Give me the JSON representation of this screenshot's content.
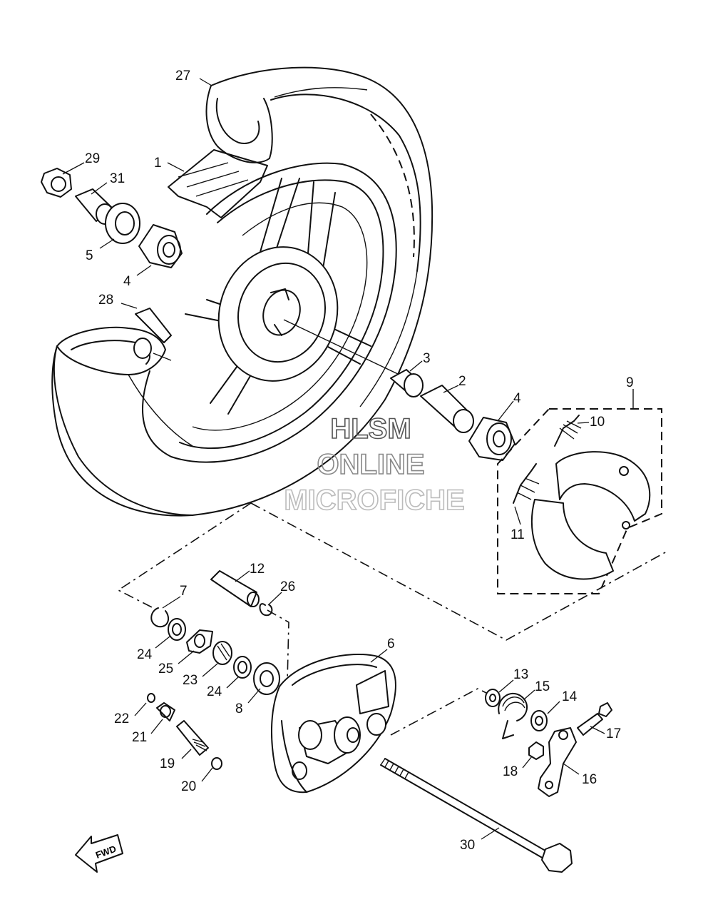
{
  "watermark": {
    "line1": "HLSM",
    "line2": "ONLINE",
    "line3": "MICROFICHE",
    "color1": "#555555",
    "color2": "#888888",
    "color3": "#bbbbbb"
  },
  "fwd_label": "FWD",
  "parts": [
    {
      "key": "p27",
      "num": "27"
    },
    {
      "key": "p1",
      "num": "1"
    },
    {
      "key": "p29",
      "num": "29"
    },
    {
      "key": "p31",
      "num": "31"
    },
    {
      "key": "p5",
      "num": "5"
    },
    {
      "key": "p4a",
      "num": "4"
    },
    {
      "key": "p28",
      "num": "28"
    },
    {
      "key": "p3",
      "num": "3"
    },
    {
      "key": "p2",
      "num": "2"
    },
    {
      "key": "p4b",
      "num": "4"
    },
    {
      "key": "p9",
      "num": "9"
    },
    {
      "key": "p10",
      "num": "10"
    },
    {
      "key": "p11",
      "num": "11"
    },
    {
      "key": "p12",
      "num": "12"
    },
    {
      "key": "p7",
      "num": "7"
    },
    {
      "key": "p26",
      "num": "26"
    },
    {
      "key": "p24a",
      "num": "24"
    },
    {
      "key": "p25",
      "num": "25"
    },
    {
      "key": "p23",
      "num": "23"
    },
    {
      "key": "p24b",
      "num": "24"
    },
    {
      "key": "p8",
      "num": "8"
    },
    {
      "key": "p6",
      "num": "6"
    },
    {
      "key": "p13",
      "num": "13"
    },
    {
      "key": "p15",
      "num": "15"
    },
    {
      "key": "p14",
      "num": "14"
    },
    {
      "key": "p17",
      "num": "17"
    },
    {
      "key": "p22",
      "num": "22"
    },
    {
      "key": "p21",
      "num": "21"
    },
    {
      "key": "p19",
      "num": "19"
    },
    {
      "key": "p20",
      "num": "20"
    },
    {
      "key": "p18",
      "num": "18"
    },
    {
      "key": "p16",
      "num": "16"
    },
    {
      "key": "p30",
      "num": "30"
    }
  ]
}
